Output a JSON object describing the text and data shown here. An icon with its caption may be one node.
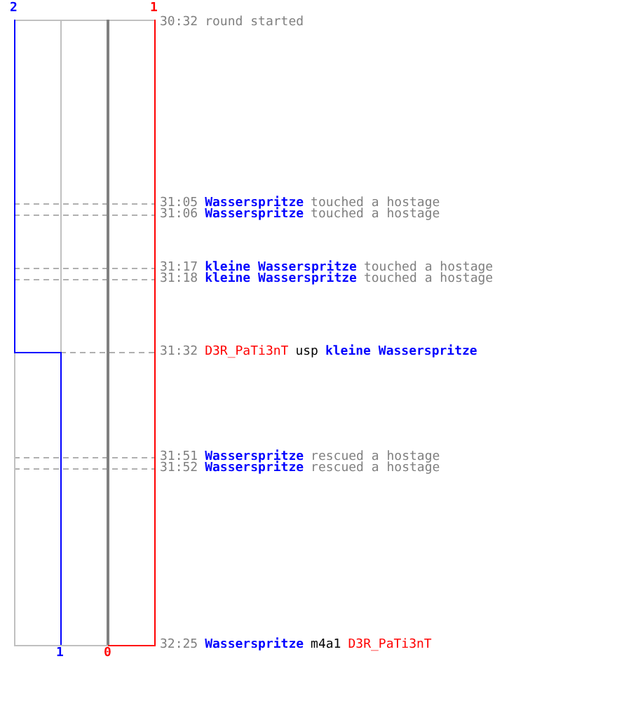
{
  "diagram": {
    "labels": [
      "2",
      "1",
      "30:32",
      "round started",
      "31:05",
      "Wasserspritze",
      "touched a hostage",
      "31:06",
      "Wasserspritze",
      "touched a hostage",
      "31:17",
      "kleine Wasserspritze",
      "touched a hostage",
      "31:18",
      "kleine Wasserspritze",
      "touched a hostage",
      "31:32",
      "D3R_PaTi3nT",
      "usp",
      "kleine Wasserspritze",
      "31:51",
      "Wasserspritze",
      "rescued a hostage",
      "31:52",
      "Wasserspritze",
      "rescued a hostage",
      "32:25",
      "Wasserspritze",
      "m4a1",
      "D3R_PaTi3nT",
      "1",
      "0"
    ]
  }
}
